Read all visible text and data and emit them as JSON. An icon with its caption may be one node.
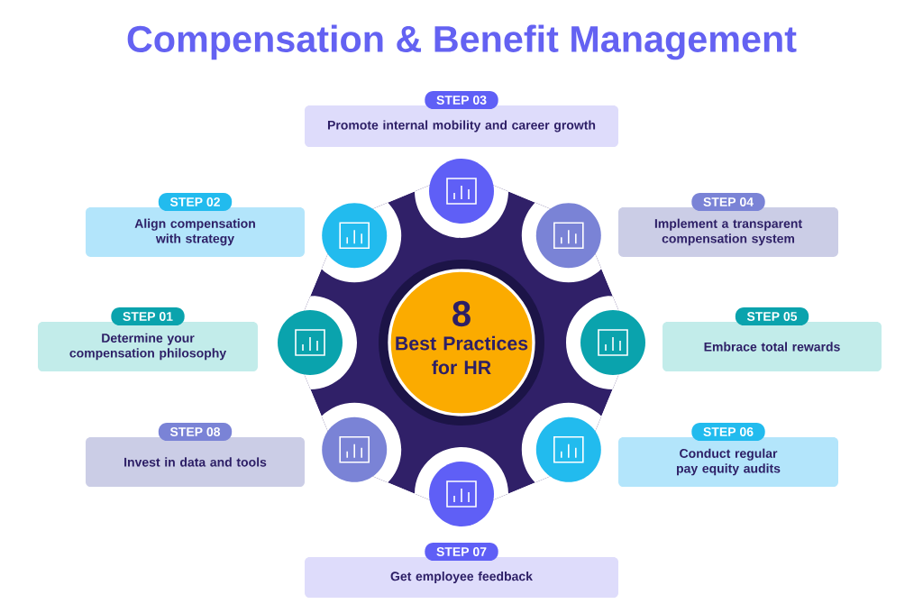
{
  "diagram": {
    "title": "Compensation & Benefit Management",
    "nodes": [
      {
        "text": [
          "STEP 03",
          "Promote internal mobility and career growth"
        ]
      },
      {
        "text": [
          "STEP 02",
          "Align compensation with strategy"
        ]
      },
      {
        "text": [
          "STEP 04",
          "Implement a transparent compensation system"
        ]
      },
      {
        "text": [
          "8",
          "Best Practices for HR"
        ]
      },
      {
        "text": [
          "STEP 01",
          "Determine your compensation philosophy"
        ]
      },
      {
        "text": [
          "STEP 05",
          "Embrace total rewards"
        ]
      },
      {
        "text": [
          "STEP 08",
          "Invest in data and tools"
        ]
      },
      {
        "text": [
          "STEP 06",
          "Conduct regular pay equity audits"
        ]
      },
      {
        "text": [
          "STEP 07",
          "Get employee feedback"
        ]
      }
    ]
  }
}
